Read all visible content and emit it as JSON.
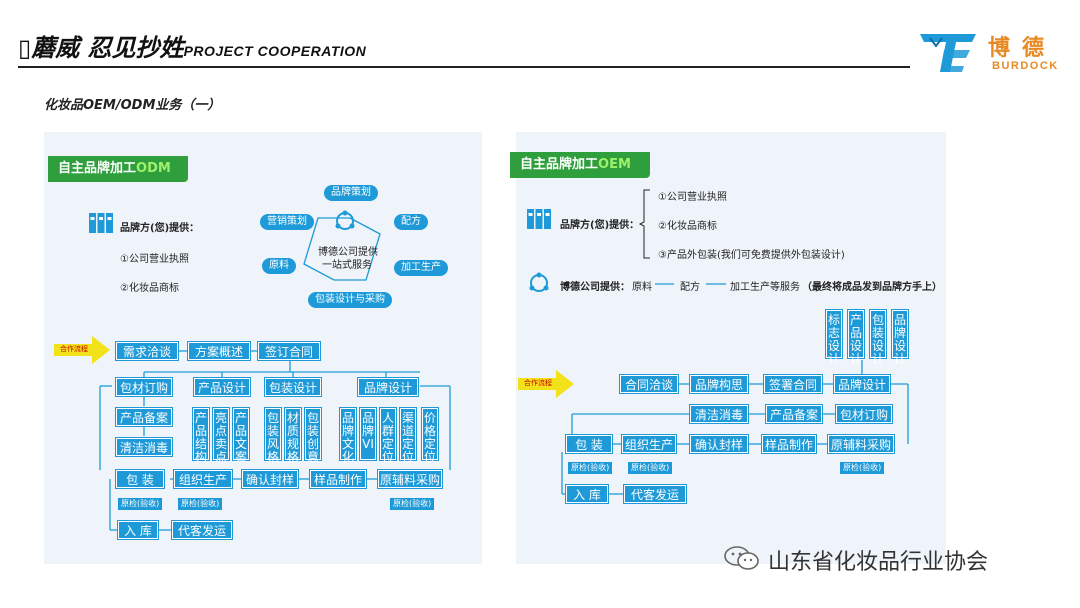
{
  "header": {
    "title_cn": "▯蘑威 忍见抄姓",
    "title_en": "PROJECT COOPERATION",
    "logo_cn": "博德",
    "logo_en": "BURDOCK"
  },
  "subtitle": "化妆品OEM/ODM业务（一）",
  "odm": {
    "tab_prefix": "自主品牌加工",
    "tab_hl": "ODM",
    "provider_title": "品牌方(您)提供：",
    "provider_items": [
      "①公司营业执照",
      "②化妆品商标"
    ],
    "center": [
      "博德公司提供",
      "一站式服务"
    ],
    "ovals": [
      "品牌策划",
      "营销策划",
      "配方",
      "原料",
      "加工生产",
      "包装设计与采购"
    ],
    "arrow_label": "合作流程",
    "flow_top": [
      "需求洽谈",
      "方案概述",
      "签订合同"
    ],
    "level2": [
      "产品设计",
      "包装设计",
      "品牌设计"
    ],
    "left_col": [
      "包材订购",
      "产品备案",
      "清洁消毒"
    ],
    "v_product": [
      "产品结构",
      "亮点卖点",
      "产品文案"
    ],
    "v_package": [
      "包装风格",
      "材质规格",
      "包装创意"
    ],
    "v_brand": [
      "品牌文化",
      "品牌VI",
      "人群定位",
      "渠道定位",
      "价格定位"
    ],
    "flow_bottom": [
      "包 装",
      "组织生产",
      "确认封样",
      "样品制作",
      "原辅料采购"
    ],
    "qc": "原检(验收)",
    "final": [
      "入 库",
      "代客发运"
    ]
  },
  "oem": {
    "tab_prefix": "自主品牌加工",
    "tab_hl": "OEM",
    "provider_title": "品牌方(您)提供：",
    "provider_items": [
      "①公司营业执照",
      "②化妆品商标",
      "③产品外包装(我们可免费提供外包装设计)"
    ],
    "burdock_title": "博德公司提供：",
    "burdock_items": [
      "原料",
      "配方",
      "加工生产等服务"
    ],
    "burdock_note": "（最终将成品发到品牌方手上）",
    "v_top": [
      "标志设计",
      "产品设计",
      "包装设计",
      "品牌设计"
    ],
    "arrow_label": "合作流程",
    "flow_top": [
      "合同洽谈",
      "品牌构思",
      "签署合同",
      "品牌设计"
    ],
    "mid_row": [
      "清洁消毒",
      "产品备案",
      "包材订购"
    ],
    "flow_bottom": [
      "包 装",
      "组织生产",
      "确认封样",
      "样品制作",
      "原辅料采购"
    ],
    "qc": "原检(验收)",
    "final": [
      "入 库",
      "代客发运"
    ]
  },
  "footer": "山东省化妆品行业协会",
  "colors": {
    "box_blue": "#1e9ad8",
    "tab_green": "#2f9e3c",
    "logo_orange": "#e88a24",
    "arrow_yellow": "#f2e21a",
    "panel_bg": "#eef4fa"
  }
}
